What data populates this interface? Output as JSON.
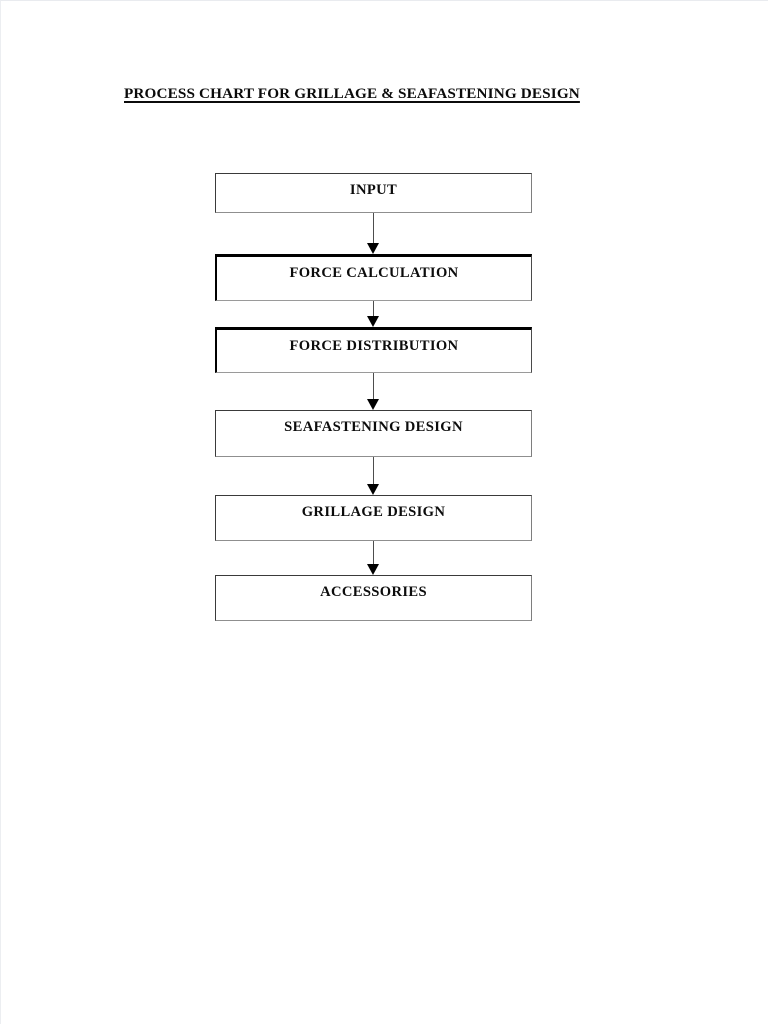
{
  "document": {
    "title": "PROCESS CHART FOR GRILLAGE & SEAFASTENING DESIGN"
  },
  "chart_data": {
    "type": "diagram",
    "subtype": "flowchart",
    "title": "PROCESS CHART FOR GRILLAGE & SEAFASTENING DESIGN",
    "orientation": "vertical-top-to-bottom",
    "node_shape": "rectangle",
    "connector_style": "straight-line-with-solid-arrowhead",
    "nodes": [
      {
        "id": "input",
        "label": "INPUT",
        "emphasis": "normal"
      },
      {
        "id": "force-calculation",
        "label": "FORCE CALCULATION",
        "emphasis": "bold-border"
      },
      {
        "id": "force-distribution",
        "label": "FORCE DISTRIBUTION",
        "emphasis": "bold-border"
      },
      {
        "id": "seafastening-design",
        "label": "SEAFASTENING DESIGN",
        "emphasis": "normal"
      },
      {
        "id": "grillage-design",
        "label": "GRILLAGE DESIGN",
        "emphasis": "normal"
      },
      {
        "id": "accessories",
        "label": "ACCESSORIES",
        "emphasis": "normal"
      }
    ],
    "edges": [
      {
        "from": "input",
        "to": "force-calculation",
        "label": ""
      },
      {
        "from": "force-calculation",
        "to": "force-distribution",
        "label": ""
      },
      {
        "from": "force-distribution",
        "to": "seafastening-design",
        "label": ""
      },
      {
        "from": "seafastening-design",
        "to": "grillage-design",
        "label": ""
      },
      {
        "from": "grillage-design",
        "to": "accessories",
        "label": ""
      }
    ],
    "colors": {
      "background": "#ffffff",
      "text": "#0c0c0c",
      "box_border": "#2b2b2b",
      "emphasis_border": "#000000",
      "connector": "#4d4d4d"
    }
  }
}
